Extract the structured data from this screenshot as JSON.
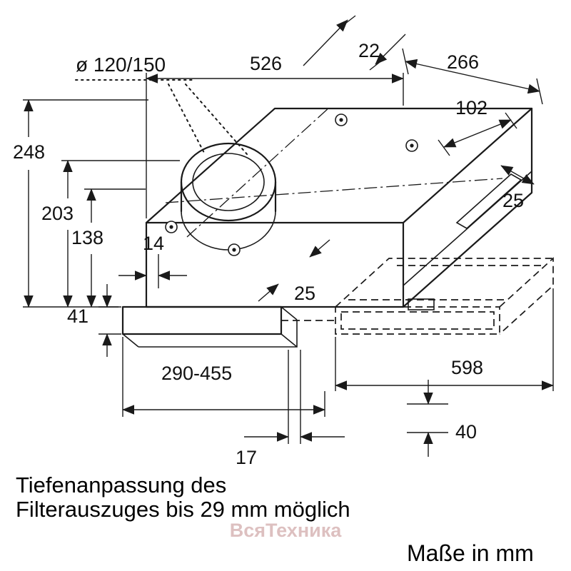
{
  "drawing_title": "cooker-hood-dimension-drawing",
  "dims": {
    "diameter": "ø 120/150",
    "d526": "526",
    "d22": "22",
    "d266": "266",
    "d102": "102",
    "d25_bracket": "25",
    "d248": "248",
    "d203": "203",
    "d138": "138",
    "d14": "14",
    "d25_offset": "25",
    "d41": "41",
    "d290_455": "290-455",
    "d598": "598",
    "d40": "40",
    "d17": "17"
  },
  "notes": {
    "line1": "Tiefenanpassung des",
    "line2": "Filterauszuges bis 29 mm möglich"
  },
  "units_label": "Maße in mm",
  "watermark": "ВсяТехника",
  "colors": {
    "line": "#1a1a1a",
    "background": "#ffffff",
    "watermark": "#d8b6b6"
  }
}
